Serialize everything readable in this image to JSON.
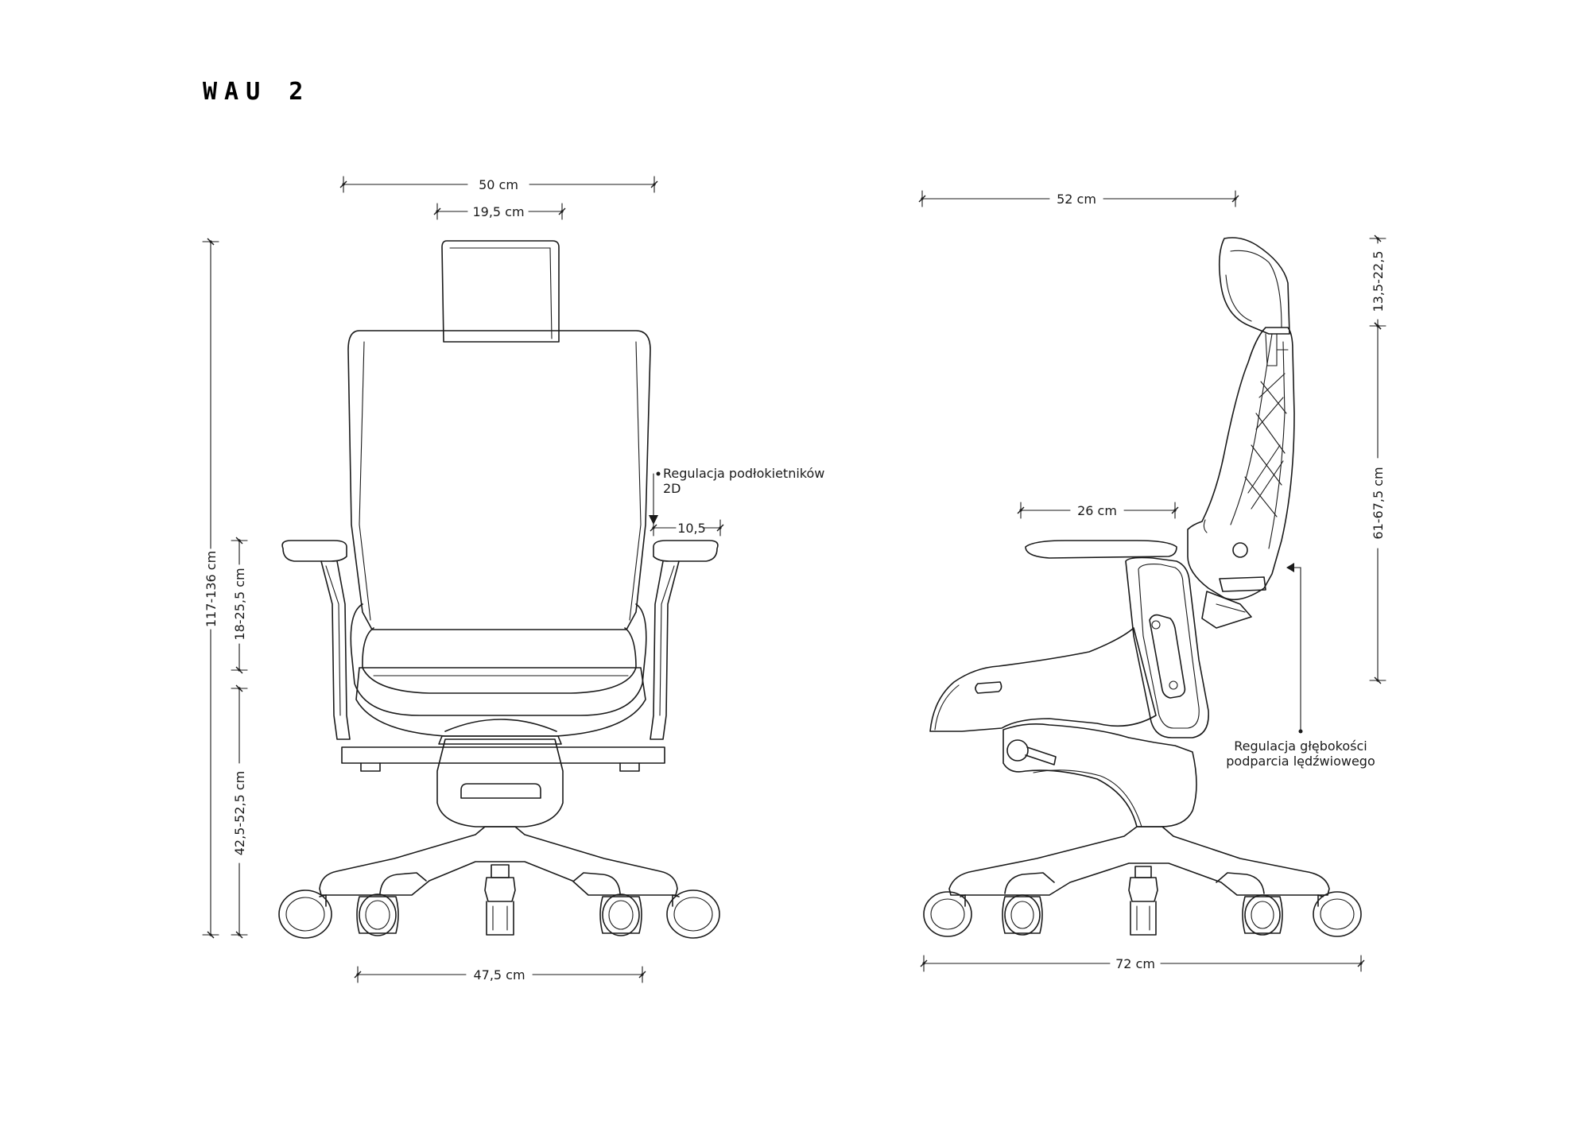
{
  "title": "WAU 2",
  "front_view": {
    "overall_width": "50 cm",
    "headrest_width": "19,5 cm",
    "total_height": "117-136 cm",
    "armrest_height": "18-25,5 cm",
    "seat_height": "42,5-52,5 cm",
    "base_width": "47,5 cm",
    "armrest_adjust_line1": "Regulacja podłokietników",
    "armrest_adjust_line2": "2D",
    "armrest_offset": "10,5"
  },
  "side_view": {
    "depth": "52 cm",
    "seat_depth": "26 cm",
    "headrest_range": "13,5-22,5",
    "backrest_range": "61-67,5 cm",
    "base_depth": "72 cm",
    "lumbar_line1": "Regulacja głębokości",
    "lumbar_line2": "podparcia lędźwiowego"
  }
}
